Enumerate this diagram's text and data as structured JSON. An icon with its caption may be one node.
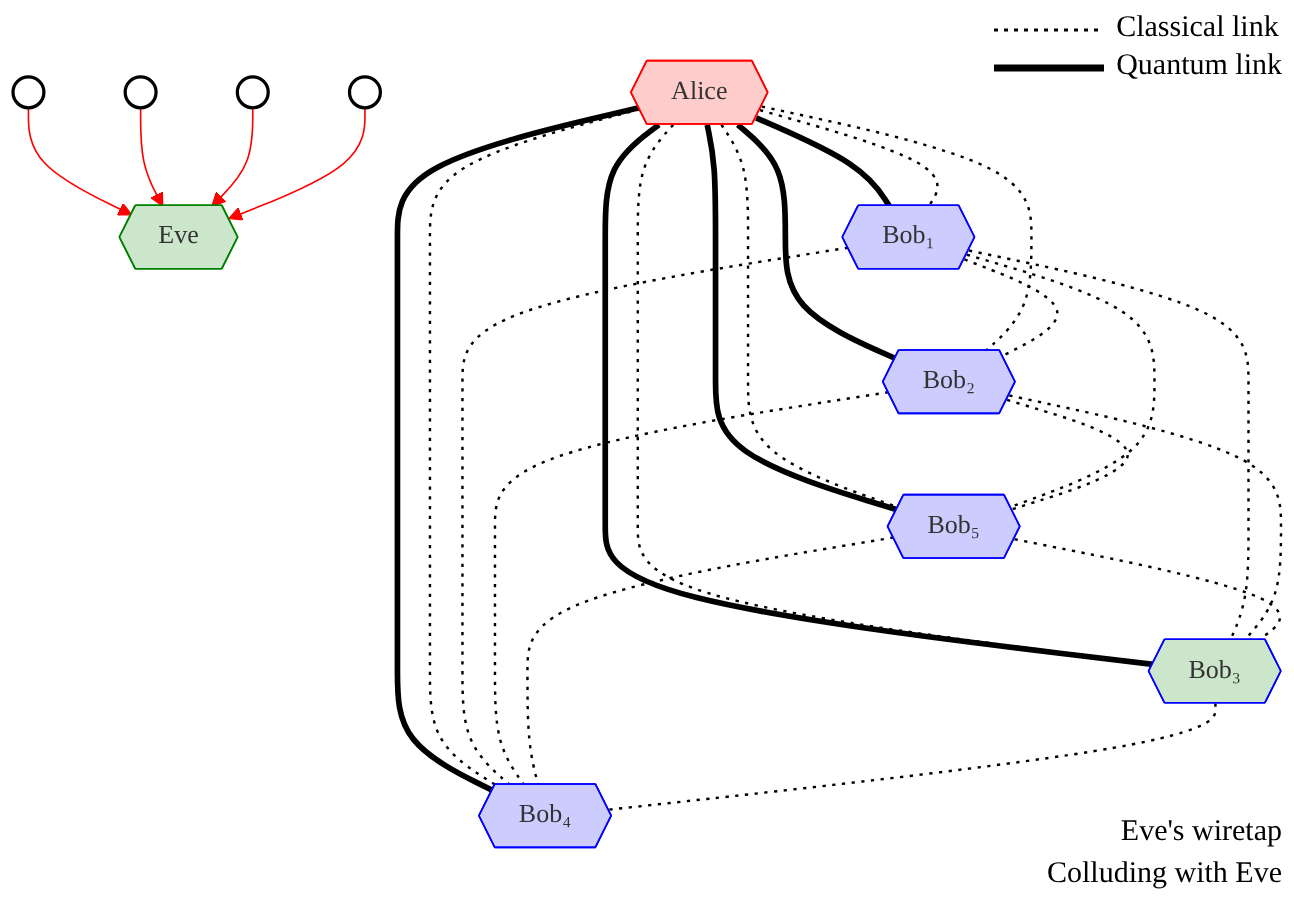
{
  "diagram": {
    "nodes": [
      {
        "text": [
          "Eve"
        ]
      },
      {
        "text": [
          "Alice"
        ]
      },
      {
        "text": [],
        "shape": "circle"
      },
      {
        "text": [
          "Bob₅"
        ]
      },
      {
        "text": [],
        "shape": "circle"
      },
      {
        "text": [],
        "shape": "circle"
      },
      {
        "text": [
          "Bob₁"
        ]
      },
      {
        "text": [],
        "shape": "circle"
      },
      {
        "text": [
          "Bob₄"
        ]
      },
      {
        "text": [
          "Bob₂"
        ]
      },
      {
        "text": [
          "Bob₃"
        ]
      }
    ],
    "edges": [
      {
        "from": 1,
        "to": 3,
        "arrow": "none",
        "style": "thick"
      },
      {
        "from": 1,
        "to": 6,
        "arrow": "none",
        "style": "thick"
      },
      {
        "from": 1,
        "to": 9,
        "arrow": "none",
        "style": "thick"
      },
      {
        "from": 1,
        "to": 10,
        "arrow": "none",
        "style": "thick"
      },
      {
        "from": 1,
        "to": 8,
        "arrow": "none",
        "style": "thick"
      },
      {
        "from": 1,
        "to": 3,
        "arrow": "none",
        "style": "dashed"
      },
      {
        "from": 1,
        "to": 6,
        "arrow": "none",
        "style": "dashed"
      },
      {
        "from": 1,
        "to": 9,
        "arrow": "none",
        "style": "dashed"
      },
      {
        "from": 1,
        "to": 10,
        "arrow": "none",
        "style": "dashed"
      },
      {
        "from": 1,
        "to": 8,
        "arrow": "none",
        "style": "dashed"
      },
      {
        "from": 6,
        "to": 3,
        "arrow": "none",
        "style": "dashed"
      },
      {
        "from": 6,
        "to": 8,
        "arrow": "none",
        "style": "dashed"
      },
      {
        "from": 6,
        "to": 9,
        "arrow": "none",
        "style": "dashed"
      },
      {
        "from": 6,
        "to": 10,
        "arrow": "none",
        "style": "dashed"
      },
      {
        "from": 9,
        "to": 3,
        "arrow": "none",
        "style": "dashed"
      },
      {
        "from": 9,
        "to": 8,
        "arrow": "none",
        "style": "dashed"
      },
      {
        "from": 9,
        "to": 10,
        "arrow": "none",
        "style": "dashed"
      },
      {
        "from": 3,
        "to": 8,
        "arrow": "none",
        "style": "dashed"
      },
      {
        "from": 3,
        "to": 10,
        "arrow": "none",
        "style": "dashed"
      },
      {
        "from": 10,
        "to": 8,
        "arrow": "none",
        "style": "dashed"
      },
      {
        "from": 2,
        "to": 0,
        "arrow": "to",
        "color": "#ff0000"
      },
      {
        "from": 4,
        "to": 0,
        "arrow": "to",
        "color": "#ff0000"
      },
      {
        "from": 5,
        "to": 0,
        "arrow": "to",
        "color": "#ff0000"
      },
      {
        "from": 7,
        "to": 0,
        "arrow": "to",
        "color": "#ff0000"
      }
    ],
    "labels": [
      "Eve's wiretap",
      "Colluding with Eve"
    ],
    "legend": [
      {
        "text": "Classical link"
      },
      {
        "text": "Quantum link"
      }
    ]
  }
}
